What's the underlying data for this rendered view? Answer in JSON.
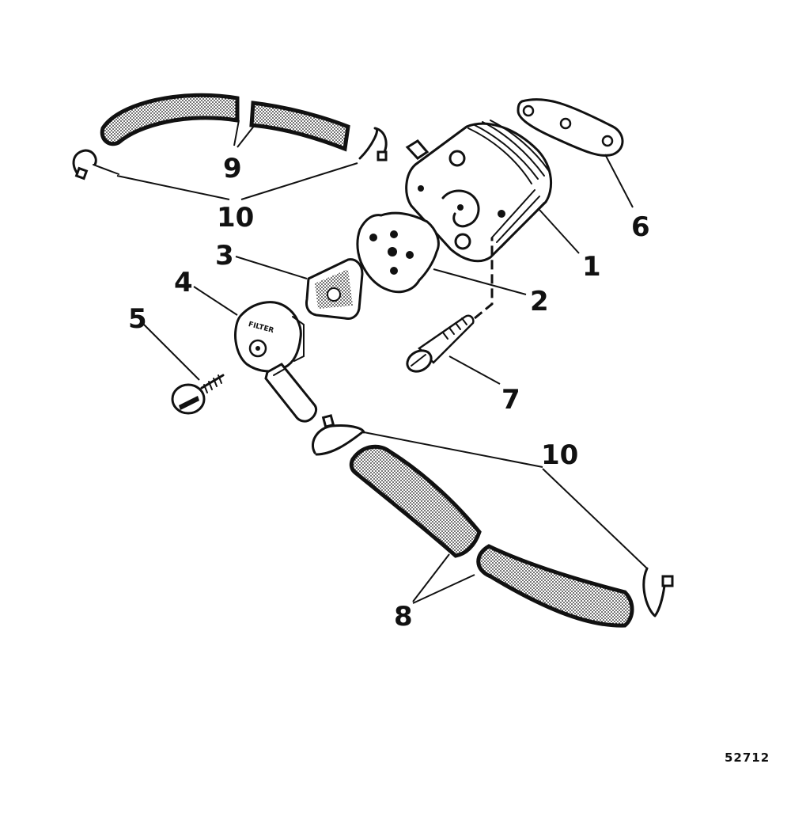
{
  "diagram": {
    "part_id": "52712",
    "filter_cap_text": "FILTER",
    "callouts": [
      {
        "key": "c1",
        "label": "1"
      },
      {
        "key": "c2",
        "label": "2"
      },
      {
        "key": "c3",
        "label": "3"
      },
      {
        "key": "c4",
        "label": "4"
      },
      {
        "key": "c5",
        "label": "5"
      },
      {
        "key": "c6",
        "label": "6"
      },
      {
        "key": "c7",
        "label": "7"
      },
      {
        "key": "c8",
        "label": "8"
      },
      {
        "key": "c9",
        "label": "9"
      },
      {
        "key": "c10a",
        "label": "10"
      },
      {
        "key": "c10b",
        "label": "10"
      }
    ],
    "colors": {
      "ink": "#111111",
      "paper": "#ffffff"
    }
  }
}
